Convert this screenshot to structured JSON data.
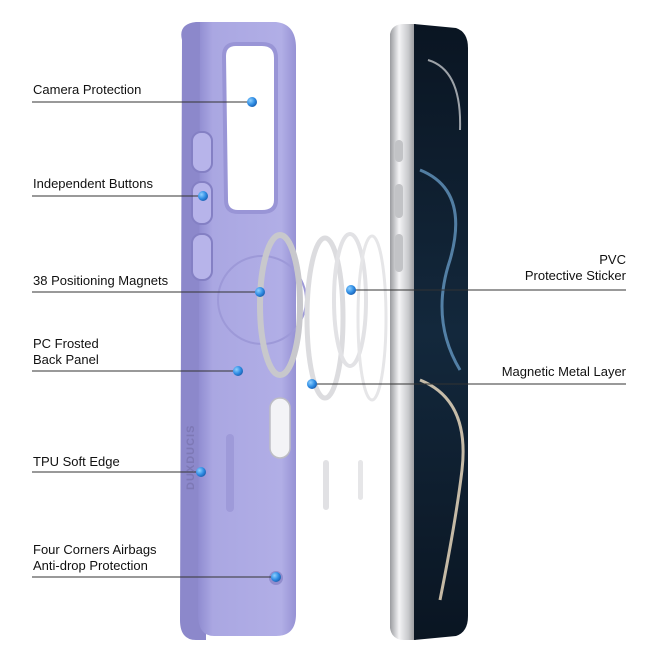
{
  "labels": {
    "camera_protection": "Camera Protection",
    "independent_buttons": "Independent Buttons",
    "positioning_magnets": "38 Positioning Magnets",
    "pc_back_line1": "PC Frosted",
    "pc_back_line2": "Back Panel",
    "tpu_edge": "TPU Soft Edge",
    "airbags_line1": "Four Corners Airbags",
    "airbags_line2": "Anti-drop Protection",
    "pvc_line1": "PVC",
    "pvc_line2": "Protective Sticker",
    "metal_layer": "Magnetic Metal Layer"
  },
  "brand_mark": "DUXDUCIS",
  "colors": {
    "case_purple": "#a9a6e0",
    "case_purple_dark": "#8d89cc",
    "dot_blue": "#2f8de4",
    "line": "#333333",
    "phone_silver": "#d8d9dc",
    "screen": "#0c1826"
  }
}
